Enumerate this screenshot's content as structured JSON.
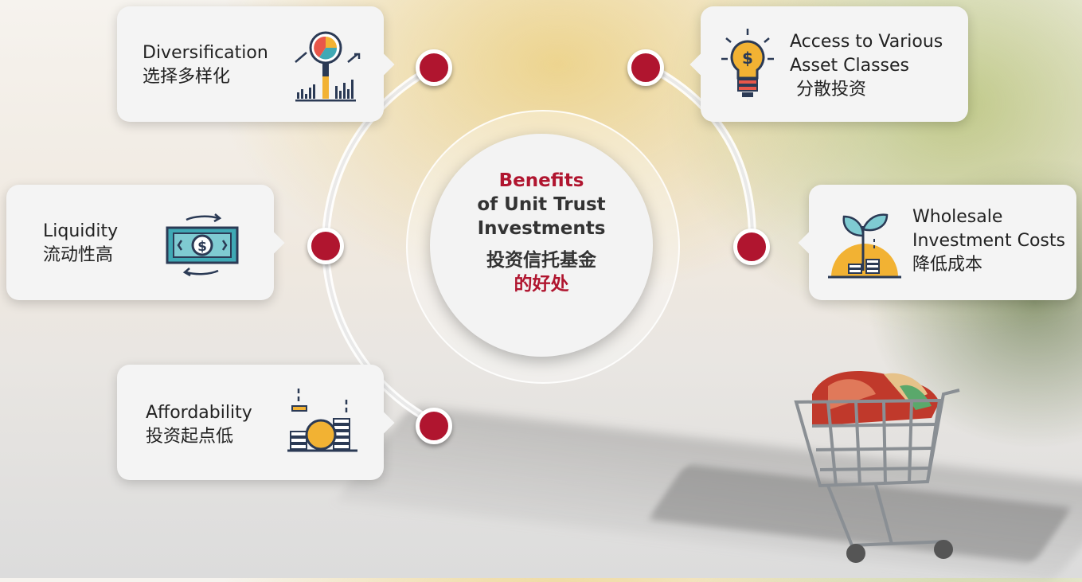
{
  "center": {
    "title_en_1": "Benefits",
    "title_en_2": "of Unit Trust",
    "title_en_3": "Investments",
    "title_zh_1": "投资信托基金",
    "title_zh_2": "的好处"
  },
  "benefits": [
    {
      "en": "Diversification",
      "zh": "选择多样化",
      "icon": "magnifier-chart-icon"
    },
    {
      "en_1": "Access to Various",
      "en_2": "Asset Classes",
      "zh": "分散投资",
      "icon": "lightbulb-dollar-icon"
    },
    {
      "en": "Liquidity",
      "zh": "流动性高",
      "icon": "banknote-exchange-icon"
    },
    {
      "en_1": "Wholesale",
      "en_2": "Investment Costs",
      "zh": "降低成本",
      "icon": "plant-coins-icon"
    },
    {
      "en": "Affordability",
      "zh": "投资起点低",
      "icon": "coin-stacks-icon"
    }
  ],
  "colors": {
    "accent": "#b0152f",
    "card": "#f4f4f4",
    "icon_blue": "#2b3a55",
    "icon_gold": "#f2b233",
    "icon_teal": "#3fa9b5"
  }
}
